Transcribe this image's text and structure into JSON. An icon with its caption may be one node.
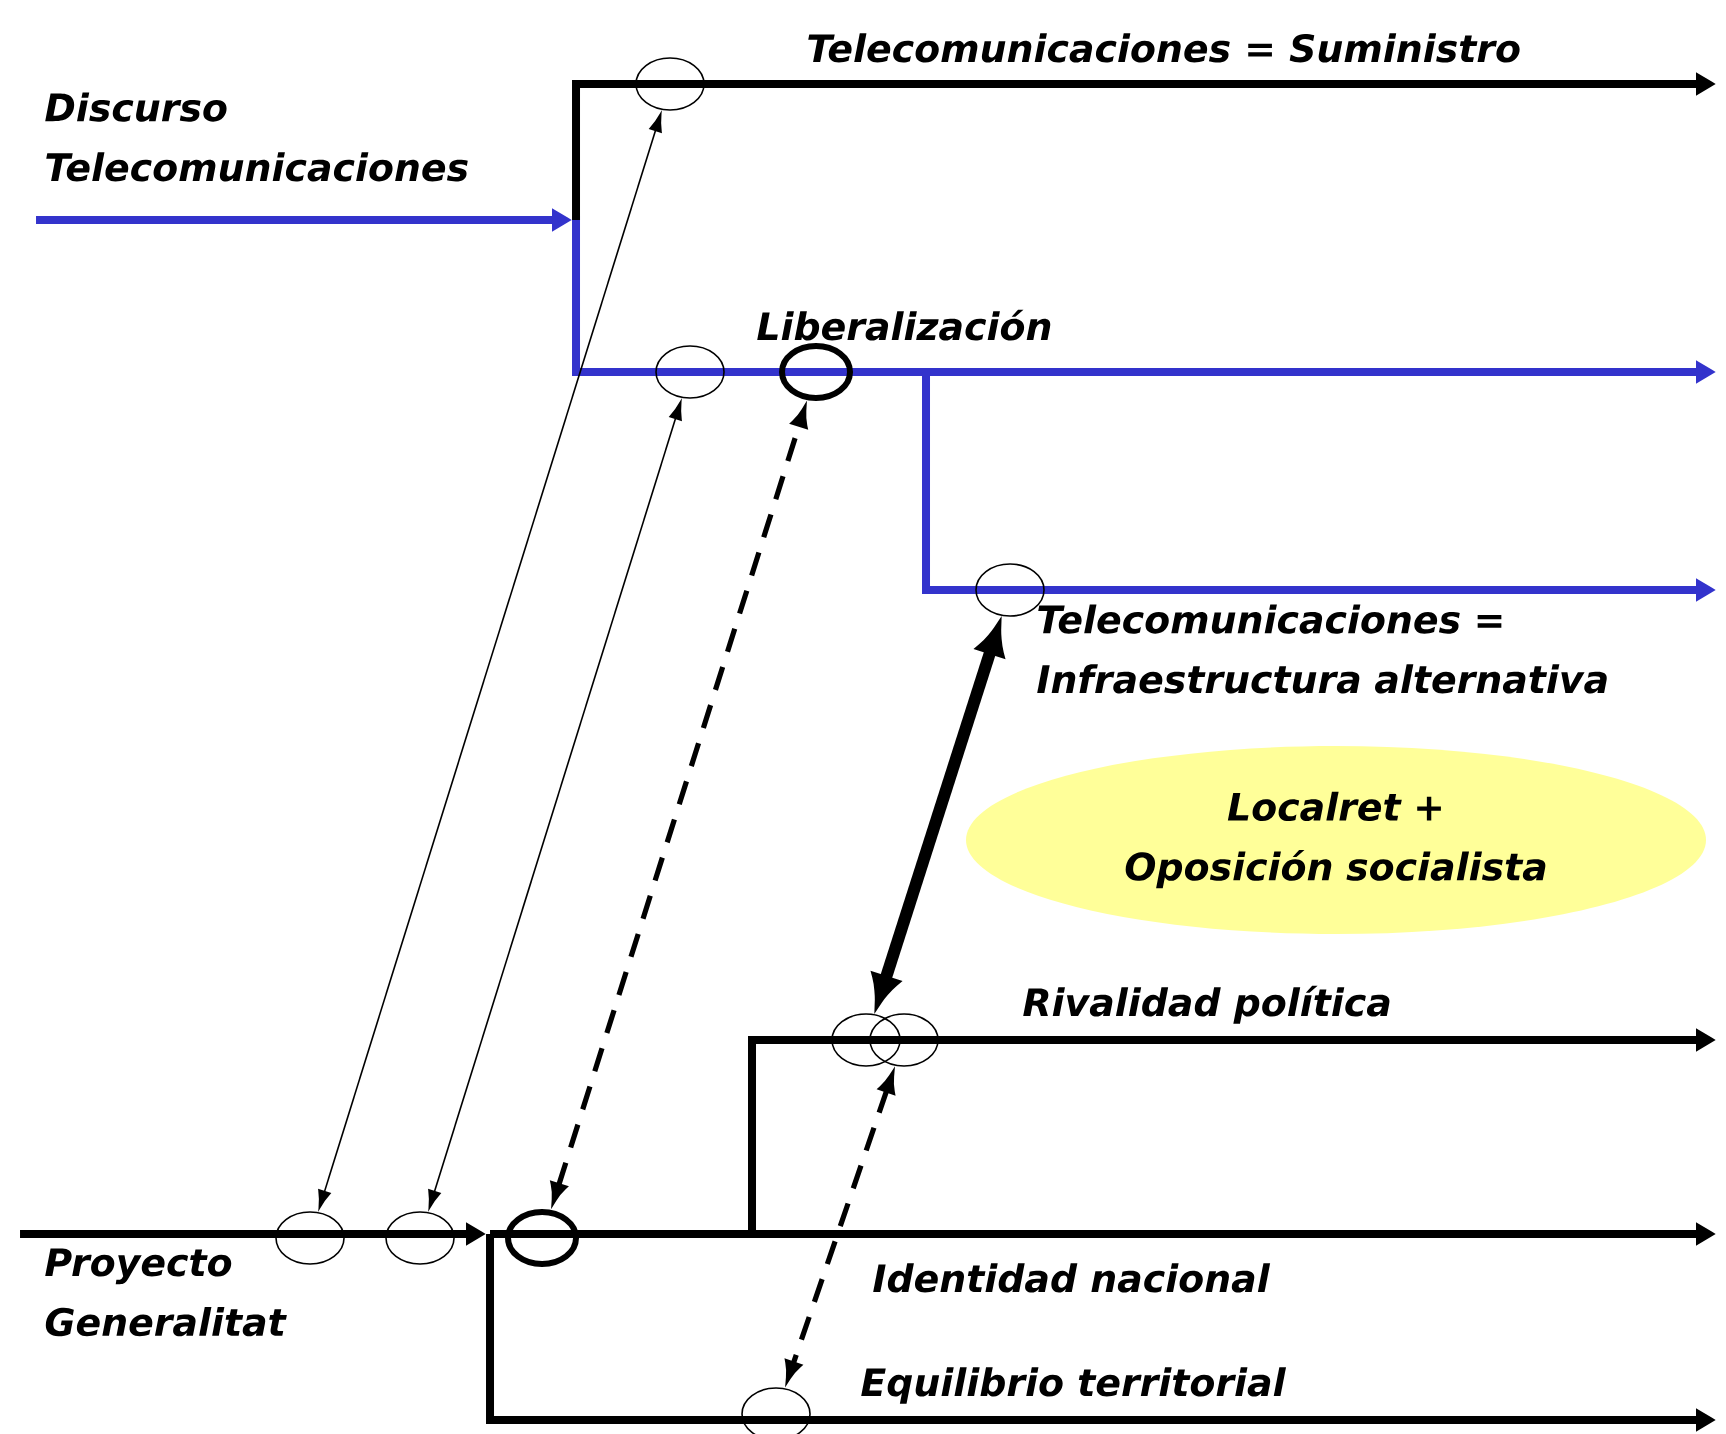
{
  "diagram": {
    "nodes": [
      {
        "text": [
          "Localret + Oposición socialista"
        ]
      },
      {
        "text": [],
        "shape": "circle"
      },
      {
        "text": [],
        "shape": "circle"
      },
      {
        "text": [],
        "shape": "circle"
      },
      {
        "text": [],
        "shape": "circle"
      },
      {
        "text": [],
        "shape": "circle"
      },
      {
        "text": [],
        "shape": "circle"
      },
      {
        "text": [],
        "shape": "circle"
      },
      {
        "text": [],
        "shape": "circle"
      },
      {
        "text": [],
        "shape": "circle"
      },
      {
        "text": [],
        "shape": "circle"
      }
    ],
    "edges": [
      {
        "from": 7,
        "to": 1,
        "arrow": "both"
      },
      {
        "from": 8,
        "to": 2,
        "arrow": "both"
      },
      {
        "from": 9,
        "to": 3,
        "arrow": "both",
        "style": "dashed"
      },
      {
        "from": 4,
        "to": 5,
        "arrow": "both",
        "style": "thick"
      },
      {
        "from": 6,
        "to": 10,
        "arrow": "both",
        "style": "dashed"
      }
    ],
    "labels": [
      "Telecomunicaciones = Suministro",
      "Discurso Telecomunicaciones",
      "Liberalización",
      "Telecomunicaciones = Infraestructura alternativa",
      "Rivalidad política",
      "Proyecto Generalitat",
      "Identidad nacional",
      "Equilibrio territorial"
    ]
  }
}
